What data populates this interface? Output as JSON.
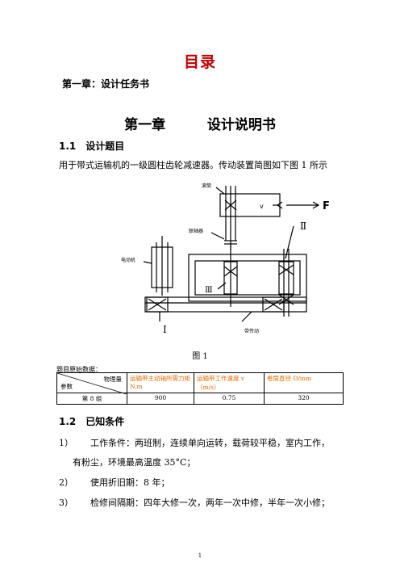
{
  "toc": {
    "title": "目录",
    "item1": "第一章：设计任务书"
  },
  "chapter": {
    "number": "第一章",
    "name": "设计说明书"
  },
  "section_1_1": {
    "heading": "1.1　设计题目",
    "text": "用于带式运输机的一级圆柱齿轮减速器。传动装置简图如下图 1 所示"
  },
  "figure": {
    "caption": "图 1",
    "label_drum": "滚筒",
    "label_coupling": "联轴器",
    "label_motor": "电动机",
    "label_belt": "带传动",
    "label_F": "F",
    "label_v": "v",
    "roman_I": "Ⅰ",
    "roman_II": "Ⅱ",
    "roman_III": "Ⅲ"
  },
  "params": {
    "intro": "题目原始数据：",
    "header_diag_top": "物理量",
    "header_diag_bottom": "参数",
    "header_col1": "运输带主动轴所需力矩 N.m",
    "header_col2": "运输带工作速度 v（m/s）",
    "header_col3": "卷筒直径 D/mm",
    "row_label": "第 8 组",
    "val1": "900",
    "val2": "0.75",
    "val3": "320"
  },
  "section_1_2": {
    "heading": "1.2　已知条件",
    "items": [
      {
        "num": "1）",
        "text": "工作条件：两班制，连续单向运转，载荷较平稳，室内工作，",
        "cont": "有粉尘，环境最高温度 35°C；"
      },
      {
        "num": "2）",
        "text": "使用折旧期：8 年；"
      },
      {
        "num": "3）",
        "text": "检修间隔期：四年大修一次，两年一次中修，半年一次小修；"
      }
    ]
  },
  "page_number": "1"
}
